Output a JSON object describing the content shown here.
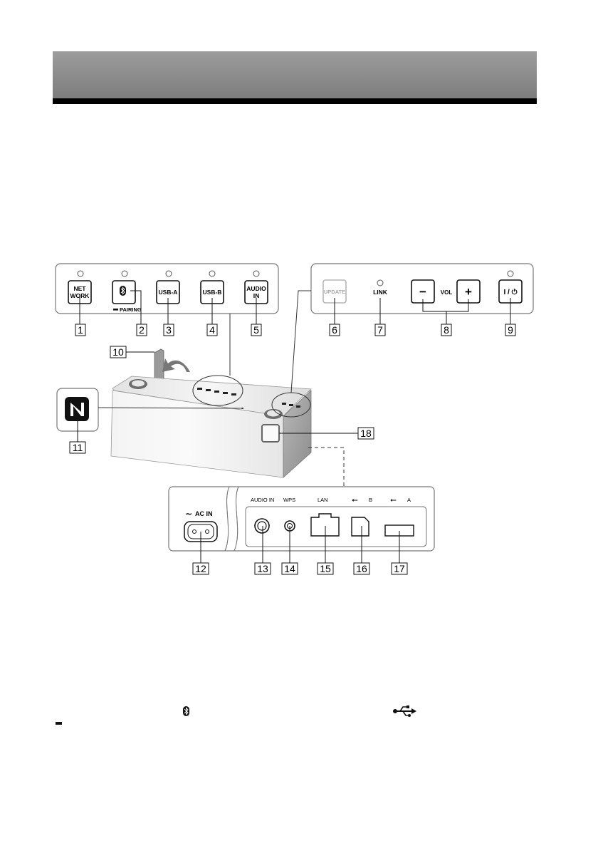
{
  "top_panel": {
    "buttons": [
      {
        "line1": "NET",
        "line2": "WORK"
      },
      {
        "line1": "",
        "line2": ""
      },
      {
        "line1": "USB-A",
        "line2": ""
      },
      {
        "line1": "USB-B",
        "line2": ""
      },
      {
        "line1": "AUDIO",
        "line2": "IN"
      }
    ],
    "pairing_label": "PAIRING"
  },
  "side_panel": {
    "update_label": "UPDATE",
    "link_label": "LINK",
    "vol_minus": "−",
    "vol_label": "VOL",
    "vol_plus": "+",
    "power_label": "I / ⏻"
  },
  "rear_panel": {
    "ac_in_label": "AC IN",
    "audio_in_label": "AUDIO IN",
    "wps_label": "WPS",
    "lan_label": "LAN",
    "usb_b_label": "B",
    "usb_a_label": "A"
  },
  "callouts": [
    "1",
    "2",
    "3",
    "4",
    "5",
    "6",
    "7",
    "8",
    "9",
    "10",
    "11",
    "12",
    "13",
    "14",
    "15",
    "16",
    "17",
    "18"
  ],
  "icons": {
    "bluetooth": "bluetooth-icon",
    "usb": "usb-icon",
    "nfc": "nfc-n-mark-icon",
    "power": "power-icon",
    "ac": "ac-tilde-icon"
  }
}
